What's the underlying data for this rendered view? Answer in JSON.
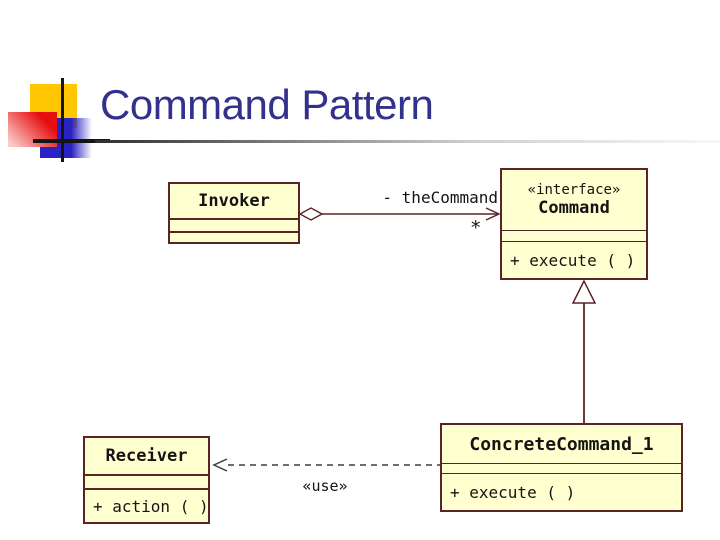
{
  "slide": {
    "title": "Command Pattern",
    "title_color": "#32328C",
    "background": "#FFFFFF"
  },
  "logo": {
    "yellow_square": "#FFC701",
    "red_square": "#E60F0F",
    "blue_square": "#2B22C3",
    "crosshair_line": "#141414"
  },
  "diagram": {
    "colors": {
      "box_fill": "#FFFFCF",
      "box_border": "#5B2424",
      "dependency_line": "#3D3D3D"
    },
    "classes": {
      "invoker": {
        "name": "Invoker"
      },
      "command": {
        "stereotype": "«interface»",
        "name": "Command",
        "method": "+ execute ( )"
      },
      "receiver": {
        "name": "Receiver",
        "method": "+ action ( )"
      },
      "concrete_command": {
        "name": "ConcreteCommand_1",
        "method": "+ execute ( )"
      }
    },
    "relations": {
      "aggregation": {
        "from": "Invoker",
        "to": "Command",
        "label": "- theCommand",
        "multiplicity": "*"
      },
      "generalization": {
        "from": "ConcreteCommand_1",
        "to": "Command"
      },
      "dependency": {
        "from": "ConcreteCommand_1",
        "to": "Receiver",
        "label": "«use»"
      }
    }
  }
}
